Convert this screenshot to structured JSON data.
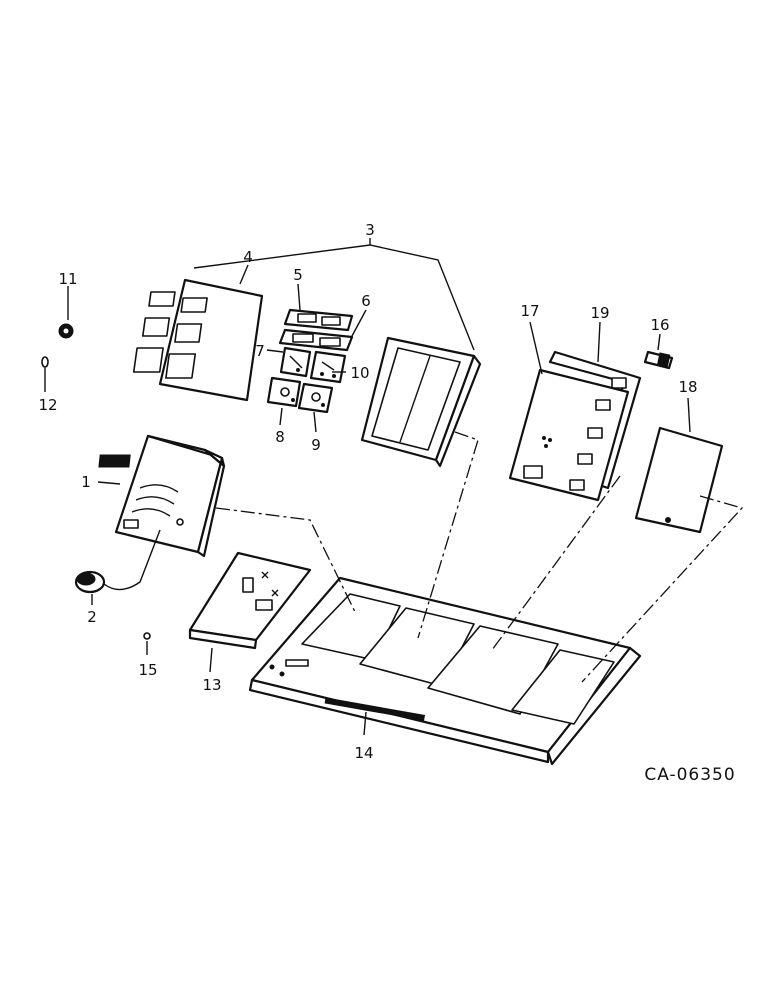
{
  "diagram": {
    "drawing_code": "CA-06350",
    "callouts": [
      "1",
      "2",
      "3",
      "4",
      "5",
      "6",
      "7",
      "8",
      "9",
      "10",
      "11",
      "12",
      "13",
      "14",
      "15",
      "16",
      "17",
      "18",
      "19"
    ]
  }
}
